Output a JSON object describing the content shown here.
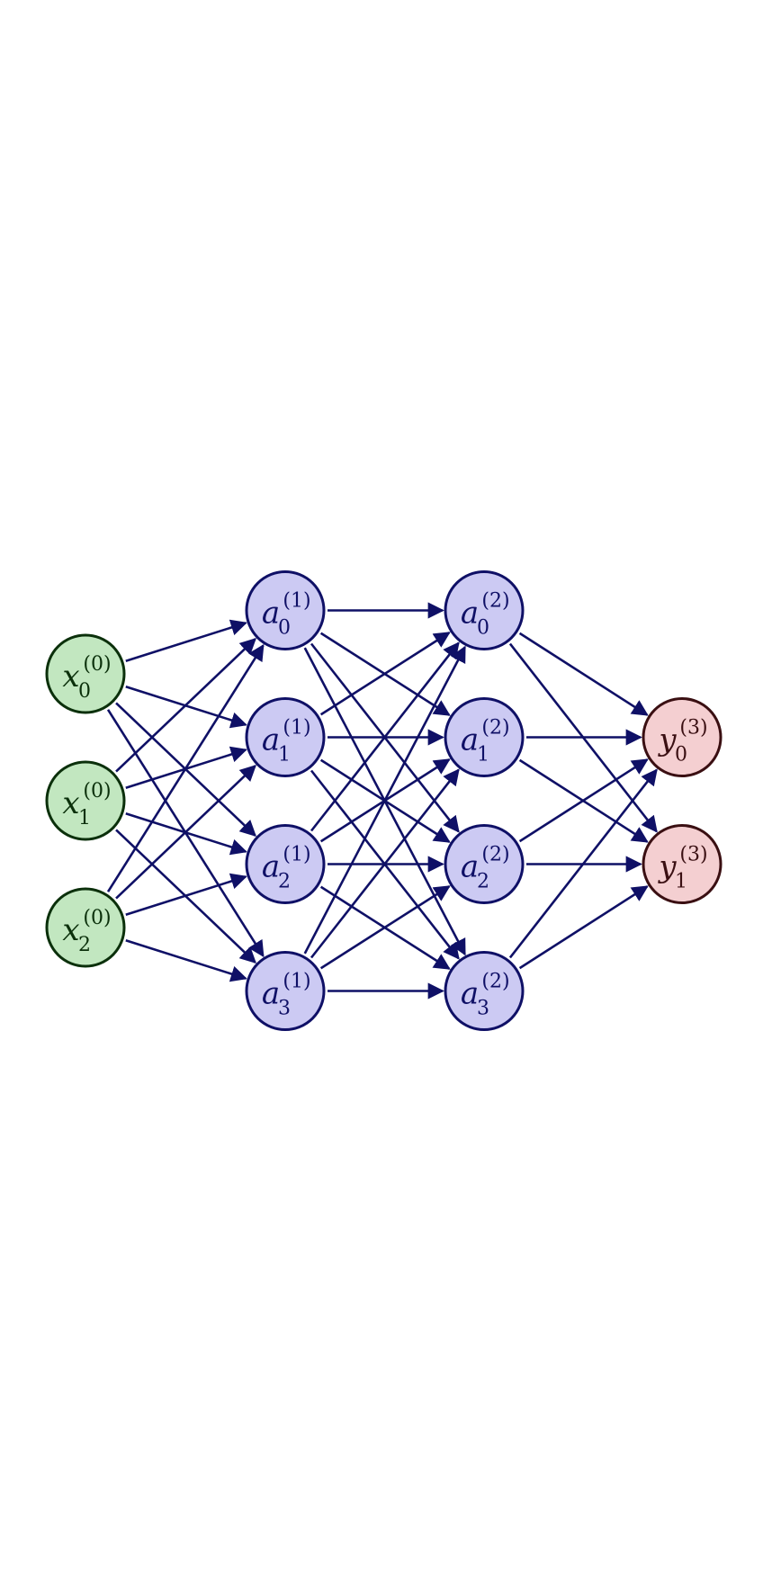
{
  "colors": {
    "edge": "#0f1066",
    "input_fill": "#c2e7c0",
    "input_stroke": "#0b300b",
    "input_text": "#0b300b",
    "hidden_fill": "#cccaf3",
    "hidden_stroke": "#0f1066",
    "hidden_text": "#0f1066",
    "output_fill": "#f4cfd1",
    "output_stroke": "#3a0f12",
    "output_text": "#3a0f12"
  },
  "layers": [
    {
      "kind": "input",
      "nodes": [
        {
          "base": "x",
          "sub": "0",
          "sup": "(0)"
        },
        {
          "base": "x",
          "sub": "1",
          "sup": "(0)"
        },
        {
          "base": "x",
          "sub": "2",
          "sup": "(0)"
        }
      ]
    },
    {
      "kind": "hidden",
      "nodes": [
        {
          "base": "a",
          "sub": "0",
          "sup": "(1)"
        },
        {
          "base": "a",
          "sub": "1",
          "sup": "(1)"
        },
        {
          "base": "a",
          "sub": "2",
          "sup": "(1)"
        },
        {
          "base": "a",
          "sub": "3",
          "sup": "(1)"
        }
      ]
    },
    {
      "kind": "hidden",
      "nodes": [
        {
          "base": "a",
          "sub": "0",
          "sup": "(2)"
        },
        {
          "base": "a",
          "sub": "1",
          "sup": "(2)"
        },
        {
          "base": "a",
          "sub": "2",
          "sup": "(2)"
        },
        {
          "base": "a",
          "sub": "3",
          "sup": "(2)"
        }
      ]
    },
    {
      "kind": "output",
      "nodes": [
        {
          "base": "y",
          "sub": "0",
          "sup": "(3)"
        },
        {
          "base": "y",
          "sub": "1",
          "sup": "(3)"
        }
      ]
    }
  ],
  "connectivity": "fully-connected"
}
